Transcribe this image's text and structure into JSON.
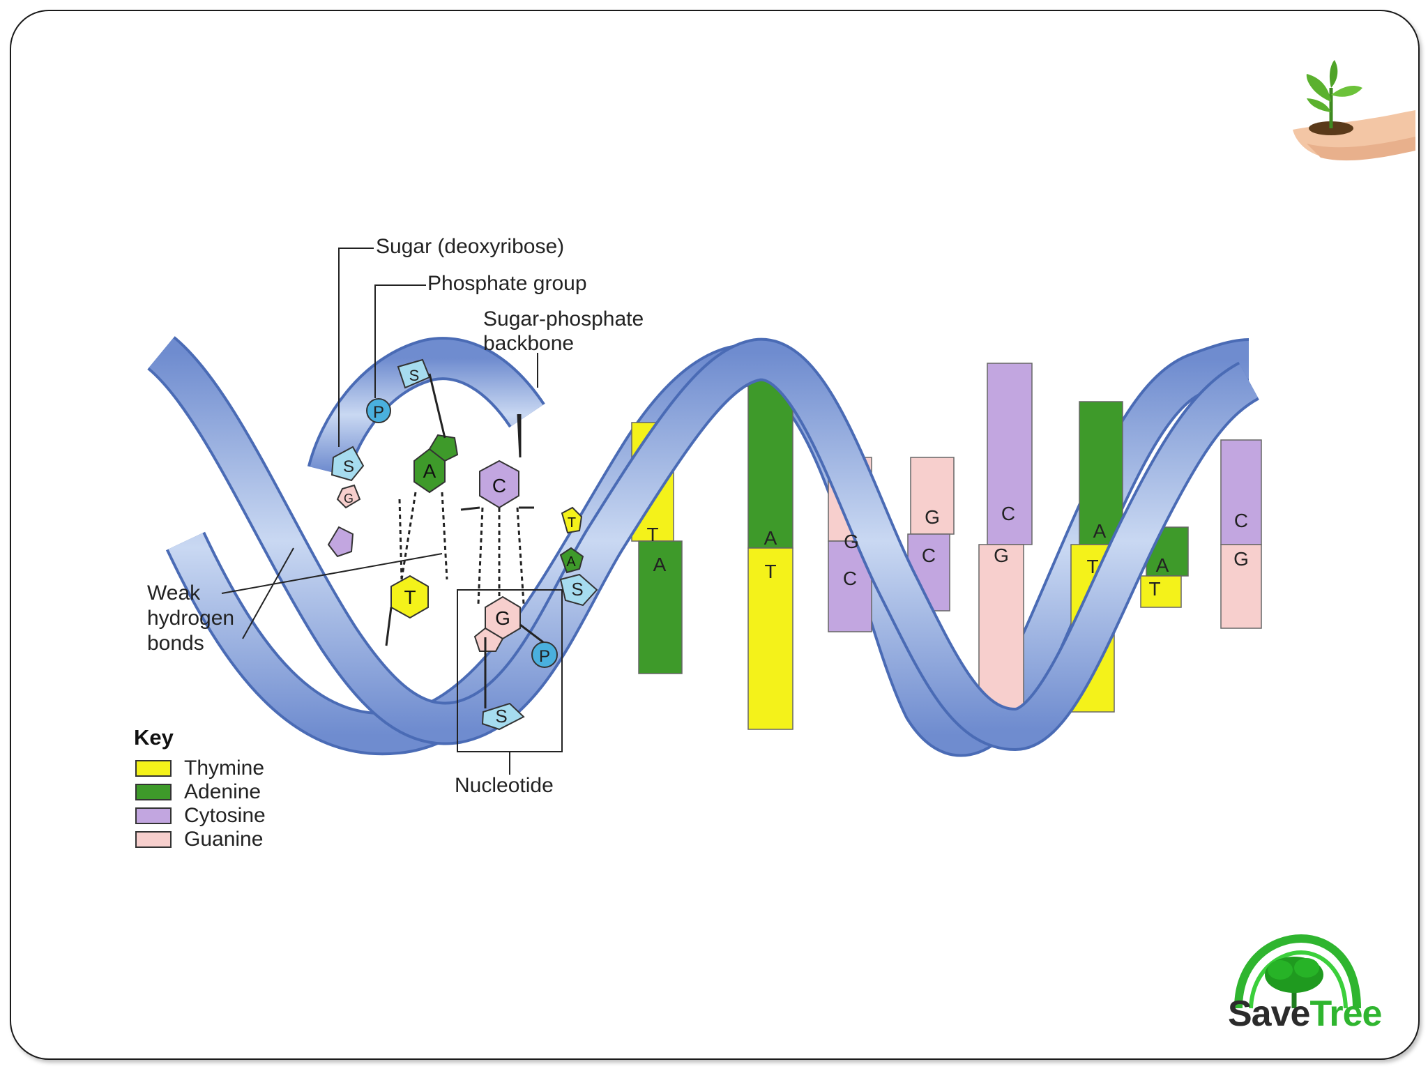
{
  "labels": {
    "sugar": "Sugar (deoxyribose)",
    "phosphate": "Phosphate group",
    "backbone_line1": "Sugar-phosphate",
    "backbone_line2": "backbone",
    "weak_line1": "Weak",
    "weak_line2": "hydrogen",
    "weak_line3": "bonds",
    "nucleotide": "Nucleotide"
  },
  "key": {
    "title": "Key",
    "items": [
      {
        "label": "Thymine",
        "color": "#f4f21a"
      },
      {
        "label": "Adenine",
        "color": "#3e9a2a"
      },
      {
        "label": "Cytosine",
        "color": "#c2a6e0"
      },
      {
        "label": "Guanine",
        "color": "#f7cfcd"
      }
    ]
  },
  "bases": {
    "S": "S",
    "P": "P",
    "A": "A",
    "T": "T",
    "C": "C",
    "G": "G"
  },
  "base_pairs": [
    {
      "top": "T",
      "bottom": "A"
    },
    {
      "top": "A",
      "bottom": "T"
    },
    {
      "top": "G",
      "bottom": "C"
    },
    {
      "top": "G",
      "bottom": "C"
    },
    {
      "top": "C",
      "bottom": "G"
    },
    {
      "top": "A",
      "bottom": "T"
    },
    {
      "top": "A",
      "bottom": "T"
    },
    {
      "top": "C",
      "bottom": "G"
    }
  ],
  "logo": {
    "part1": "Save",
    "part2": "Tree"
  },
  "colors": {
    "thymine": "#f4f21a",
    "adenine": "#3e9a2a",
    "cytosine": "#c2a6e0",
    "guanine": "#f7cfcd",
    "phosphate": "#4ab0de",
    "sugar": "#a6dcef",
    "ribbon": "#a9bfe6",
    "ribbon_edge": "#4a6bb5"
  }
}
